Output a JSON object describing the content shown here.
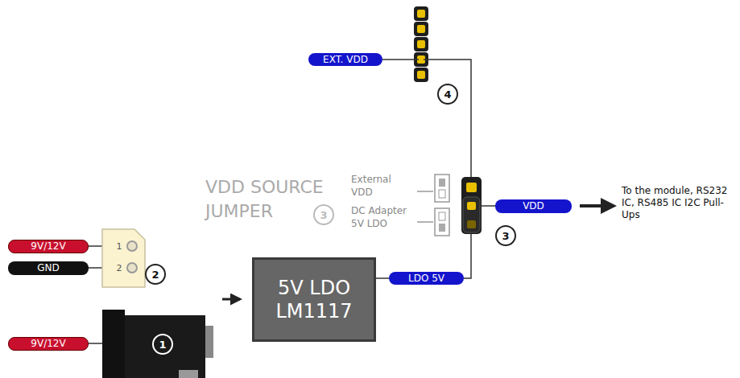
{
  "diagram": {
    "nodes": [
      {
        "text": [
          "EXT. VDD"
        ]
      },
      {
        "text": [
          "VDD"
        ]
      },
      {
        "text": [
          "9V/12V"
        ]
      },
      {
        "text": [
          "GND"
        ]
      },
      {
        "text": [
          "5V LDO LM1117"
        ]
      },
      {
        "text": [
          "LDO 5V"
        ]
      },
      {
        "text": [
          "9V/12V"
        ]
      }
    ],
    "edges": [
      {
        "from": 4,
        "to": 5,
        "arrow": "none"
      }
    ],
    "labels": [
      "4",
      "VDD SOURCE JUMPER",
      "External VDD",
      "3",
      "DC Adapter 5V LDO",
      "3",
      "To the module, RS232 IC, RS485 IC I2C Pull-Ups",
      "1",
      "2",
      "2",
      "1"
    ]
  }
}
